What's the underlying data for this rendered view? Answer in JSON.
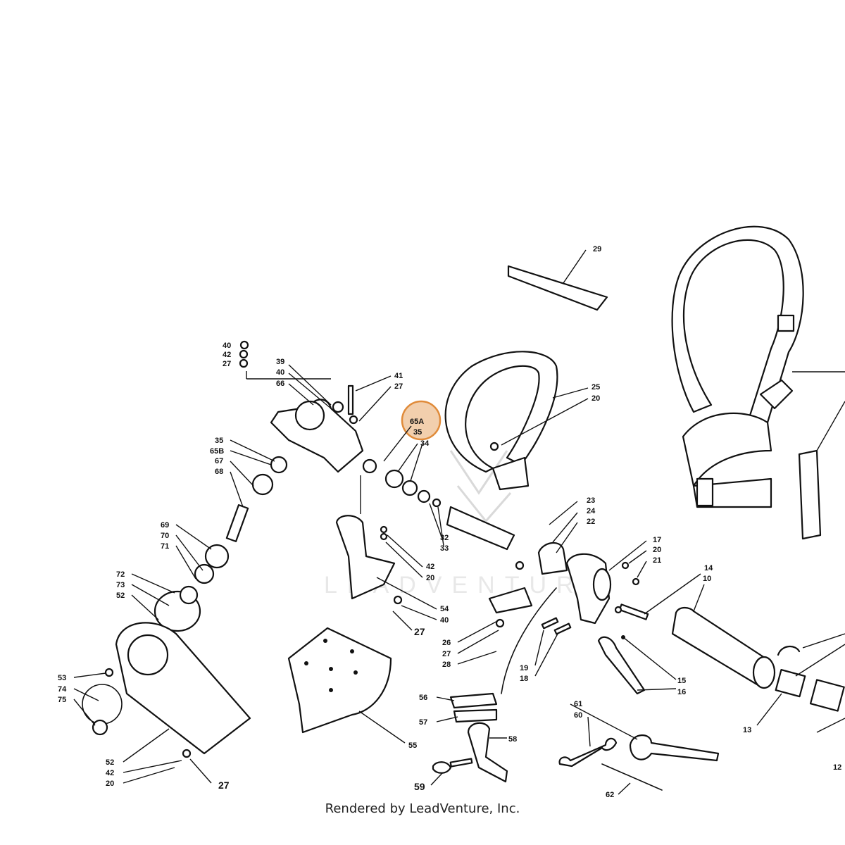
{
  "footer": {
    "credit": "Rendered by LeadVenture, Inc."
  },
  "watermark": {
    "text": "LEADVENTURE"
  },
  "highlight": {
    "color": "#E8A86A",
    "labels": [
      "65A",
      "35"
    ]
  },
  "callouts": {
    "c29": "29",
    "c40a": "40",
    "c42a": "42",
    "c27a": "27",
    "c39": "39",
    "c40b": "40",
    "c66": "66",
    "c41": "41",
    "c27b": "27",
    "c25": "25",
    "c20a": "20",
    "c35": "35",
    "c65b": "65B",
    "c67": "67",
    "c68": "68",
    "c34": "34",
    "c32": "32",
    "c33": "33",
    "c69": "69",
    "c70": "70",
    "c71": "71",
    "c42b": "42",
    "c20b": "20",
    "c54": "54",
    "c40c": "40",
    "c27c": "27",
    "c72": "72",
    "c73": "73",
    "c52a": "52",
    "c23": "23",
    "c24": "24",
    "c22": "22",
    "c17": "17",
    "c20c": "20",
    "c21": "21",
    "c14": "14",
    "c10": "10",
    "c26": "26",
    "c27d": "27",
    "c28": "28",
    "c19": "19",
    "c18": "18",
    "c15": "15",
    "c16": "16",
    "c53": "53",
    "c74": "74",
    "c75": "75",
    "c56": "56",
    "c57": "57",
    "c58": "58",
    "c59": "59",
    "c55": "55",
    "c61": "61",
    "c60": "60",
    "c62": "62",
    "c52b": "52",
    "c42c": "42",
    "c20d": "20",
    "c27e": "27",
    "c13": "13",
    "c12": "12"
  }
}
